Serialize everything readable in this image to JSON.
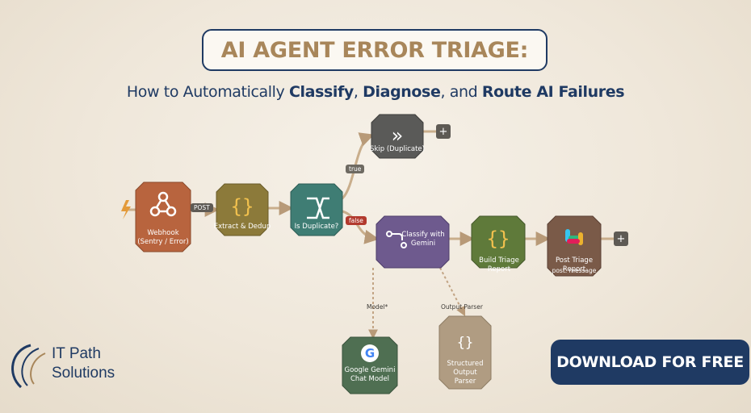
{
  "header": {
    "title": "AI AGENT ERROR TRIAGE:",
    "subtitle_pre": "How to Automatically ",
    "subtitle_b1": "Classify",
    "subtitle_sep1": ", ",
    "subtitle_b2": "Diagnose",
    "subtitle_sep2": ", and ",
    "subtitle_b3": "Route AI Failures"
  },
  "workflow": {
    "nodes": {
      "webhook": "Webhook\n(Sentry / Error)",
      "extract": "Extract & Dedup",
      "is_duplicate": "Is Duplicate?",
      "skip": "Skip (Duplicate)",
      "classify": "Classify with\nGemini",
      "build_report": "Build Triage Report",
      "post_report": "Post Triage Report",
      "post_report_sub": "post: message",
      "gemini_model": "Google Gemini\nChat Model",
      "output_parser": "Structured Output\nParser"
    },
    "edges": {
      "post": "POST",
      "true": "true",
      "false": "false",
      "model": "Model*",
      "parser": "Output Parser"
    },
    "colors": {
      "webhook": "#b8643e",
      "extract": "#8c7a3a",
      "is_duplicate": "#3f7d74",
      "skip": "#5a5a58",
      "classify": "#6e5a8e",
      "build_report": "#5f7a3a",
      "post_report": "#7a5a48",
      "gemini_model": "#4f6f52",
      "output_parser": "#b09c82"
    }
  },
  "brand": {
    "name_line1": "IT Path",
    "name_line2": "Solutions"
  },
  "cta": {
    "download_label": "DOWNLOAD FOR FREE"
  }
}
